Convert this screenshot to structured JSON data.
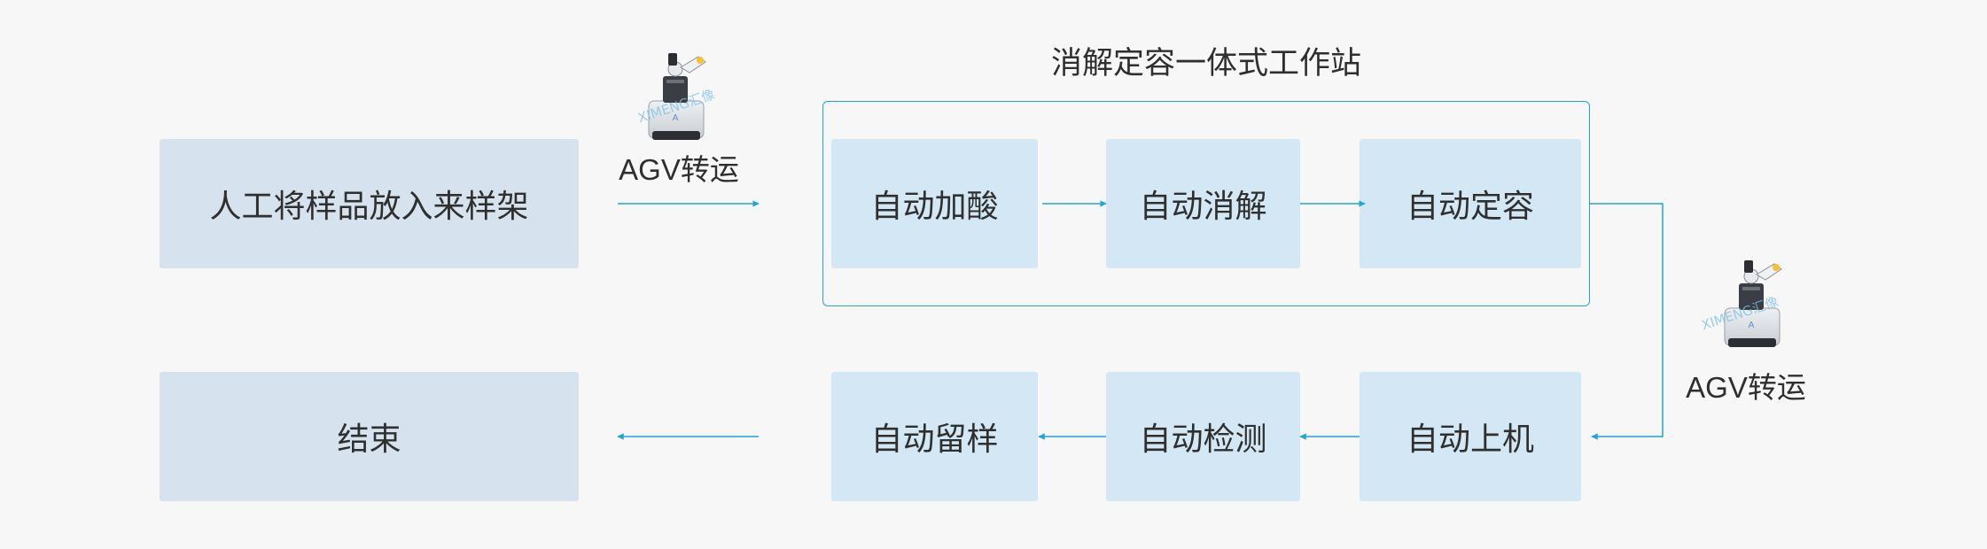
{
  "station": {
    "title": "消解定容一体式工作站"
  },
  "steps": {
    "manual_load": "人工将样品放入来样架",
    "auto_acid": "自动加酸",
    "auto_digest": "自动消解",
    "auto_volume": "自动定容",
    "auto_load": "自动上机",
    "auto_detect": "自动检测",
    "auto_retain": "自动留样",
    "end": "结束"
  },
  "transfers": {
    "top": "AGV转运",
    "right": "AGV转运"
  },
  "icons": {
    "robot_top": "agv-robot-icon",
    "robot_right": "agv-robot-icon"
  },
  "watermark": "XIMENG汇像",
  "colors": {
    "background": "#f7f7f8",
    "box_gray": "#d6e3ee",
    "box_blue": "#d3e8f4",
    "line": "#1fa6d8",
    "text": "#2f2f2f"
  }
}
